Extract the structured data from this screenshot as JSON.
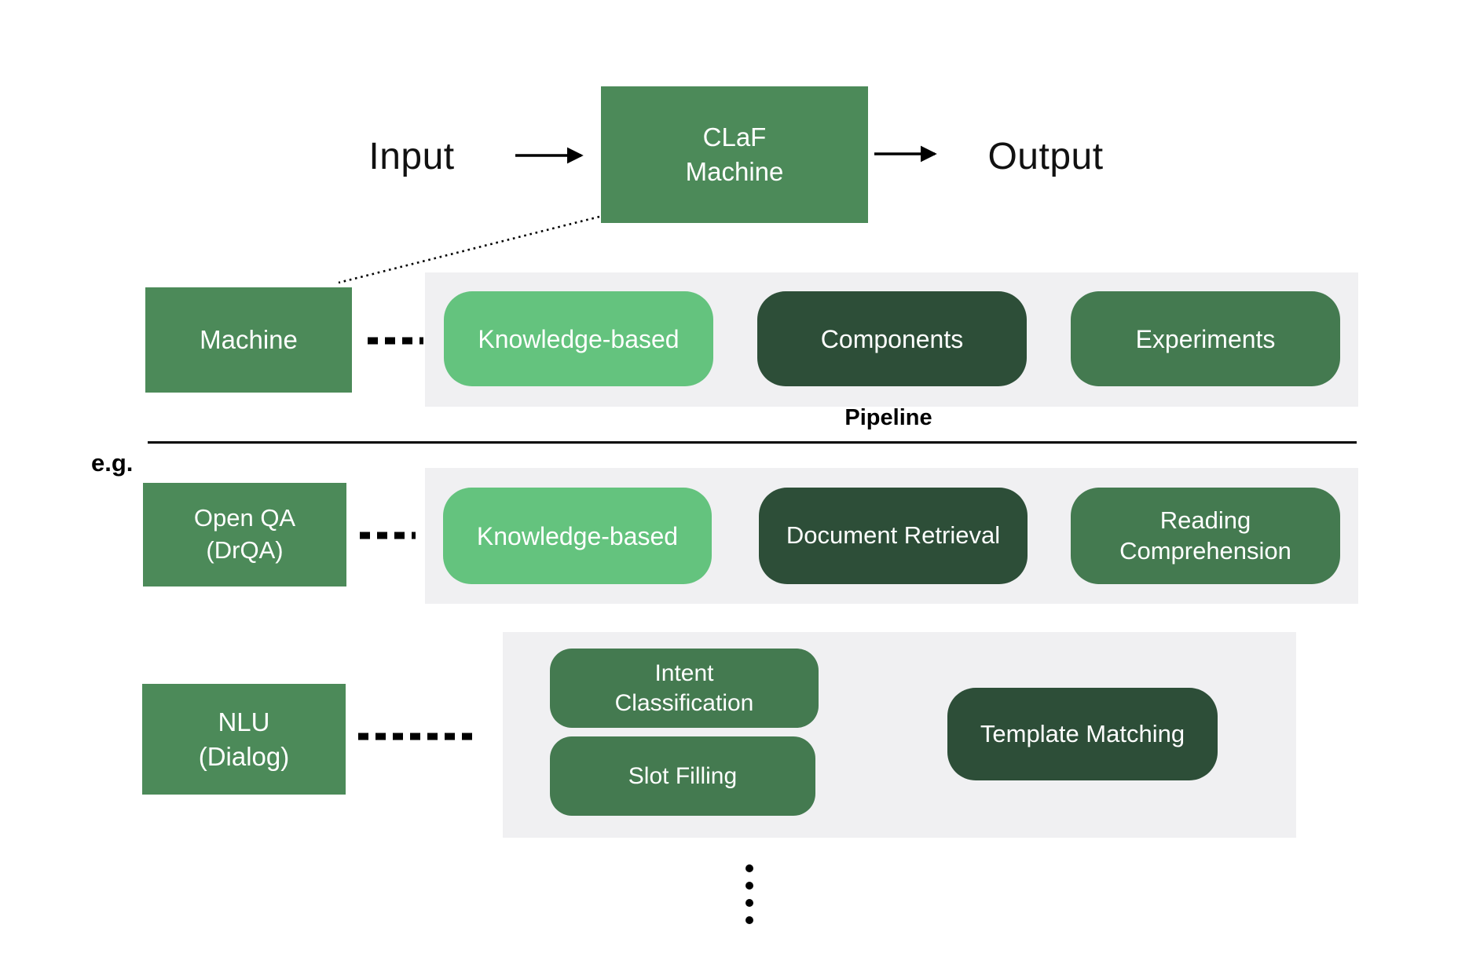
{
  "colors": {
    "medium_green": "#4c8a59",
    "light_green": "#64c37e",
    "dark_green": "#2d4e38",
    "mid_green": "#447a50",
    "panel_gray": "#f0f0f2"
  },
  "flow": {
    "input_label": "Input",
    "claf_label": "CLaF\nMachine",
    "output_label": "Output"
  },
  "pipeline_row": {
    "machine_label": "Machine",
    "steps": [
      "Knowledge-based",
      "Components",
      "Experiments"
    ],
    "caption": "Pipeline"
  },
  "examples": {
    "eg_label": "e.g."
  },
  "openqa_row": {
    "left_label": "Open QA\n(DrQA)",
    "steps": [
      "Knowledge-based",
      "Document Retrieval",
      "Reading\nComprehension"
    ]
  },
  "nlu_row": {
    "left_label": "NLU\n(Dialog)",
    "parallel": [
      "Intent\nClassification",
      "Slot Filling"
    ],
    "merge_label": "Template Matching"
  }
}
